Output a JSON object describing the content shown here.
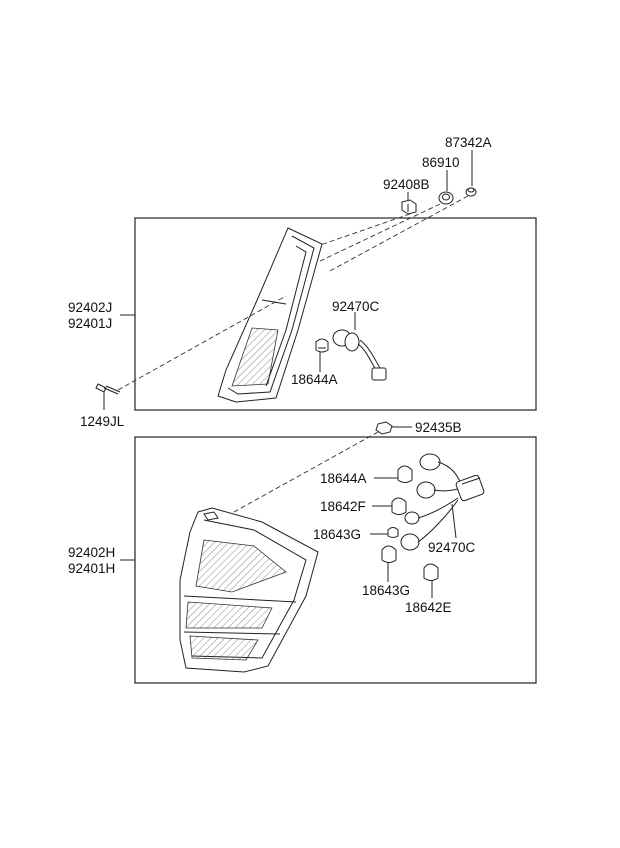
{
  "callouts": {
    "c87342A": "87342A",
    "c86910": "86910",
    "c92408B": "92408B",
    "c92402J": "92402J",
    "c92401J": "92401J",
    "c92470C_top": "92470C",
    "c18644A_top": "18644A",
    "c1249JL": "1249JL",
    "c92435B": "92435B",
    "c18644A_bot": "18644A",
    "c18642F": "18642F",
    "c18643G_a": "18643G",
    "c92470C_bot": "92470C",
    "c92402H": "92402H",
    "c92401H": "92401H",
    "c18643G_b": "18643G",
    "c18642E": "18642E"
  }
}
